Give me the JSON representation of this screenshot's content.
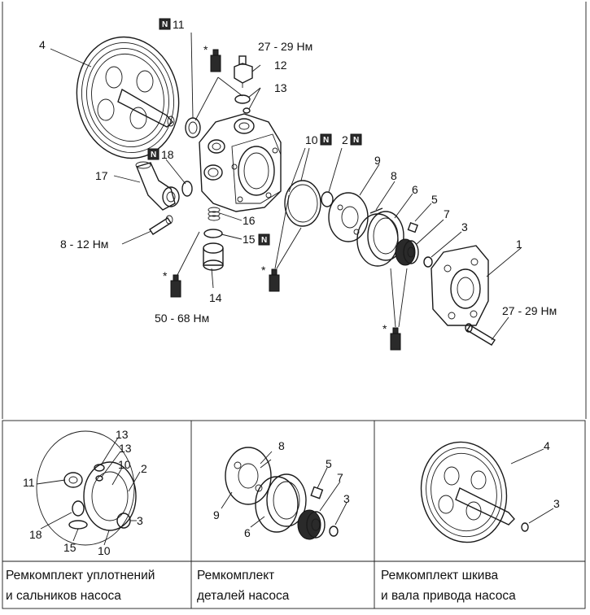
{
  "main_diagram": {
    "callouts": {
      "c1": "1",
      "c2": "2",
      "c3": "3",
      "c4": "4",
      "c5": "5",
      "c6": "6",
      "c7": "7",
      "c8": "8",
      "c9": "9",
      "c10": "10",
      "c11": "11",
      "c12": "12",
      "c13": "13",
      "c14": "14",
      "c15": "15",
      "c16": "16",
      "c17": "17",
      "c18": "18"
    },
    "new_part_mark": "N",
    "grease_mark": "*",
    "torques": {
      "t_12": "27 - 29 Нм",
      "t_17_bolt": "8 - 12 Нм",
      "t_14": "50 - 68 Нм",
      "t_1_bolt": "27 - 29 Нм"
    }
  },
  "kits": [
    {
      "callouts": [
        "13",
        "13",
        "10",
        "2",
        "11",
        "3",
        "18",
        "15",
        "10"
      ],
      "caption_line1": "Ремкомплект уплотнений",
      "caption_line2": "и сальников насоса"
    },
    {
      "callouts": [
        "8",
        "5",
        "7",
        "9",
        "3",
        "6"
      ],
      "caption_line1": "Ремкомплект",
      "caption_line2": "деталей насоса"
    },
    {
      "callouts": [
        "4",
        "3"
      ],
      "caption_line1": "Ремкомплект шкива",
      "caption_line2": "и вала привода насоса"
    }
  ]
}
